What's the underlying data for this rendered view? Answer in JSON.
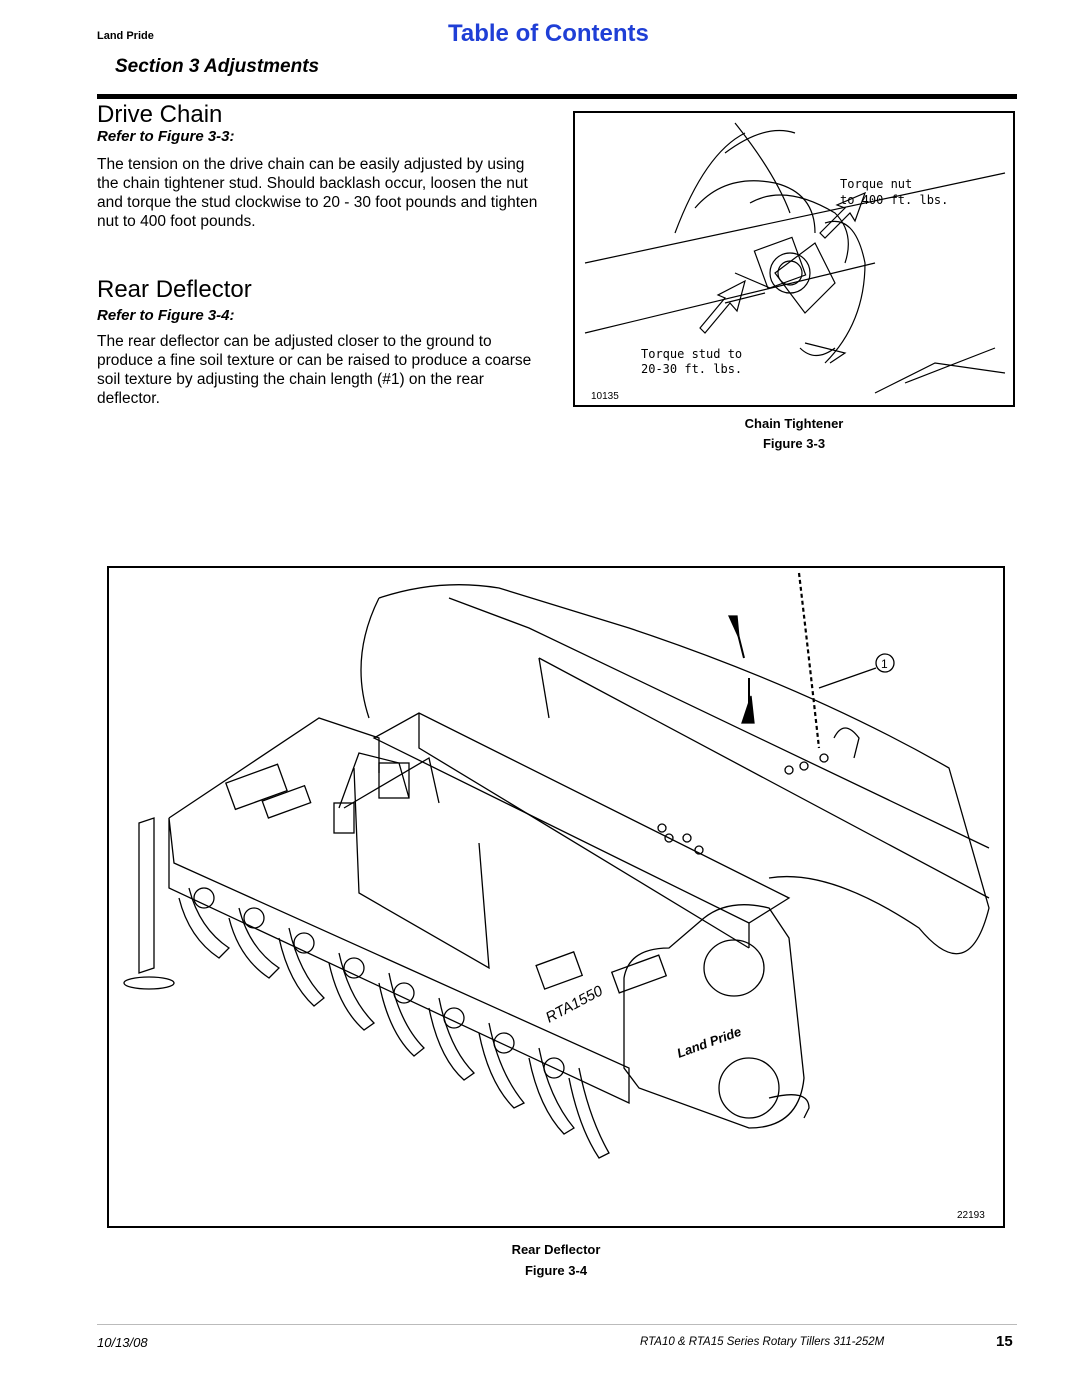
{
  "header": {
    "brand": "Land Pride",
    "toc_link": "Table of Contents",
    "section": "Section 3 Adjustments"
  },
  "drive_chain": {
    "heading": "Drive Chain",
    "refer": "Refer to Figure 3-3:",
    "body": "The tension on the drive chain can be easily adjusted by using the chain tightener stud. Should backlash occur, loosen the nut and torque the stud clockwise to 20 - 30 foot pounds and tighten nut to 400 foot pounds."
  },
  "rear_deflector": {
    "heading": "Rear Deflector",
    "refer": "Refer to Figure 3-4:",
    "body": "The rear deflector can be adjusted closer to the ground to produce a fine soil texture or can be raised to produce a coarse soil texture by adjusting the chain length (#1) on the rear deflector."
  },
  "figure_3_3": {
    "image_id": "10135",
    "callout_nut_line1": "Torque nut",
    "callout_nut_line2": "to 400 ft. lbs.",
    "callout_stud_line1": "Torque stud to",
    "callout_stud_line2": "20-30 ft. lbs.",
    "caption_title": "Chain Tightener",
    "caption_figure": "Figure 3-3"
  },
  "figure_3_4": {
    "image_id": "22193",
    "callout_number": "1",
    "model_label": "RTA1550",
    "logo_label": "Land Pride",
    "caption_title": "Rear Deflector",
    "caption_figure": "Figure 3-4"
  },
  "footer": {
    "date": "10/13/08",
    "document": "RTA10 & RTA15 Series Rotary Tillers  311-252M",
    "page": "15"
  },
  "colors": {
    "link": "#1f3fd6"
  }
}
